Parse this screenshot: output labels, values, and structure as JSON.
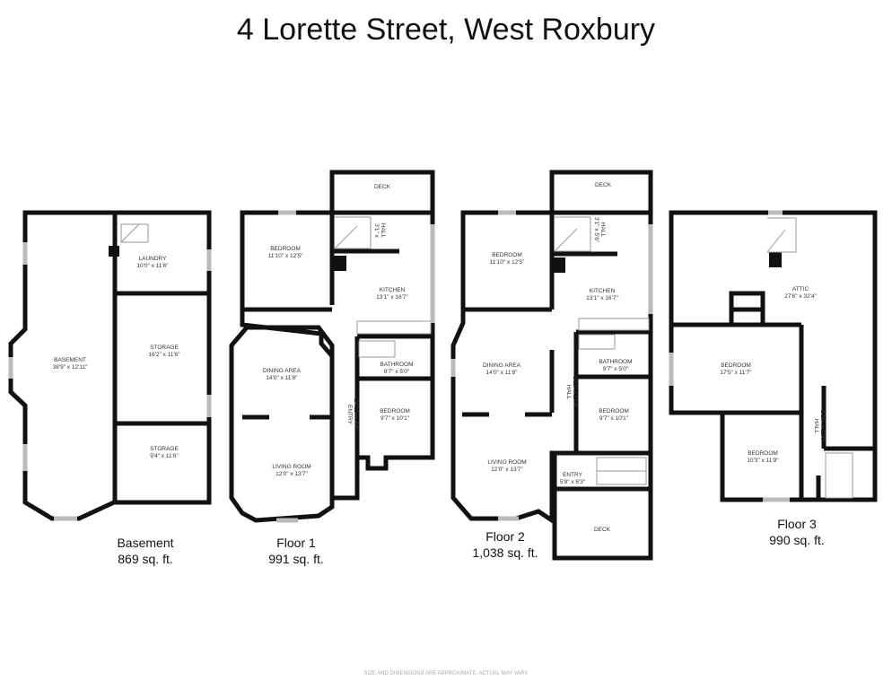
{
  "title": "4 Lorette Street, West Roxbury",
  "floors": {
    "basement": {
      "name": "Basement",
      "area": "869 sq. ft.",
      "rooms": [
        {
          "name": "BASEMENT",
          "dims": "38'9\" x 12'11\""
        },
        {
          "name": "LAUNDRY",
          "dims": "10'0\" x 11'6\""
        },
        {
          "name": "STORAGE",
          "dims": "16'2\" x 11'6\""
        },
        {
          "name": "STORAGE",
          "dims": "9'4\" x 11'6\""
        }
      ]
    },
    "floor1": {
      "name": "Floor 1",
      "area": "991 sq. ft.",
      "rooms": [
        {
          "name": "DECK",
          "dims": ""
        },
        {
          "name": "HALL",
          "dims": "3'1\" x"
        },
        {
          "name": "BEDROOM",
          "dims": "11'10\" x 12'5\""
        },
        {
          "name": "KITCHEN",
          "dims": "13'1\" x 16'7\""
        },
        {
          "name": "BATHROOM",
          "dims": "9'7\" x 5'0\""
        },
        {
          "name": "DINING AREA",
          "dims": "14'0\" x 11'8\""
        },
        {
          "name": "ENTRY",
          "dims": "24'11\" x 4'4\""
        },
        {
          "name": "BEDROOM",
          "dims": "9'7\" x 10'1\""
        },
        {
          "name": "LIVING ROOM",
          "dims": "12'0\" x 13'7\""
        }
      ]
    },
    "floor2": {
      "name": "Floor 2",
      "area": "1,038 sq. ft.",
      "rooms": [
        {
          "name": "DECK",
          "dims": ""
        },
        {
          "name": "HALL",
          "dims": "3'1\" x 5'6\""
        },
        {
          "name": "BEDROOM",
          "dims": "11'10\" x 12'5\""
        },
        {
          "name": "KITCHEN",
          "dims": "13'1\" x 16'7\""
        },
        {
          "name": "BATHROOM",
          "dims": "9'7\" x 5'0\""
        },
        {
          "name": "DINING AREA",
          "dims": "14'0\" x 11'8\""
        },
        {
          "name": "HALL",
          "dims": "2'11\" x 17'4\""
        },
        {
          "name": "BEDROOM",
          "dims": "9'7\" x 10'1\""
        },
        {
          "name": "LIVING ROOM",
          "dims": "12'0\" x 13'7\""
        },
        {
          "name": "ENTRY",
          "dims": "5'9\" x 6'3\""
        },
        {
          "name": "DECK",
          "dims": ""
        }
      ]
    },
    "floor3": {
      "name": "Floor 3",
      "area": "990 sq. ft.",
      "rooms": [
        {
          "name": "ATTIC",
          "dims": "27'6\" x 32'4\""
        },
        {
          "name": "BEDROOM",
          "dims": "17'5\" x 11'7\""
        },
        {
          "name": "HALL",
          "dims": "2'10\" x 12'0\""
        },
        {
          "name": "BEDROOM",
          "dims": "10'3\" x 11'9\""
        }
      ]
    }
  },
  "disclaimer": "SIZE AND DIMENSIONS ARE APPROXIMATE, ACTUAL MAY VARY"
}
